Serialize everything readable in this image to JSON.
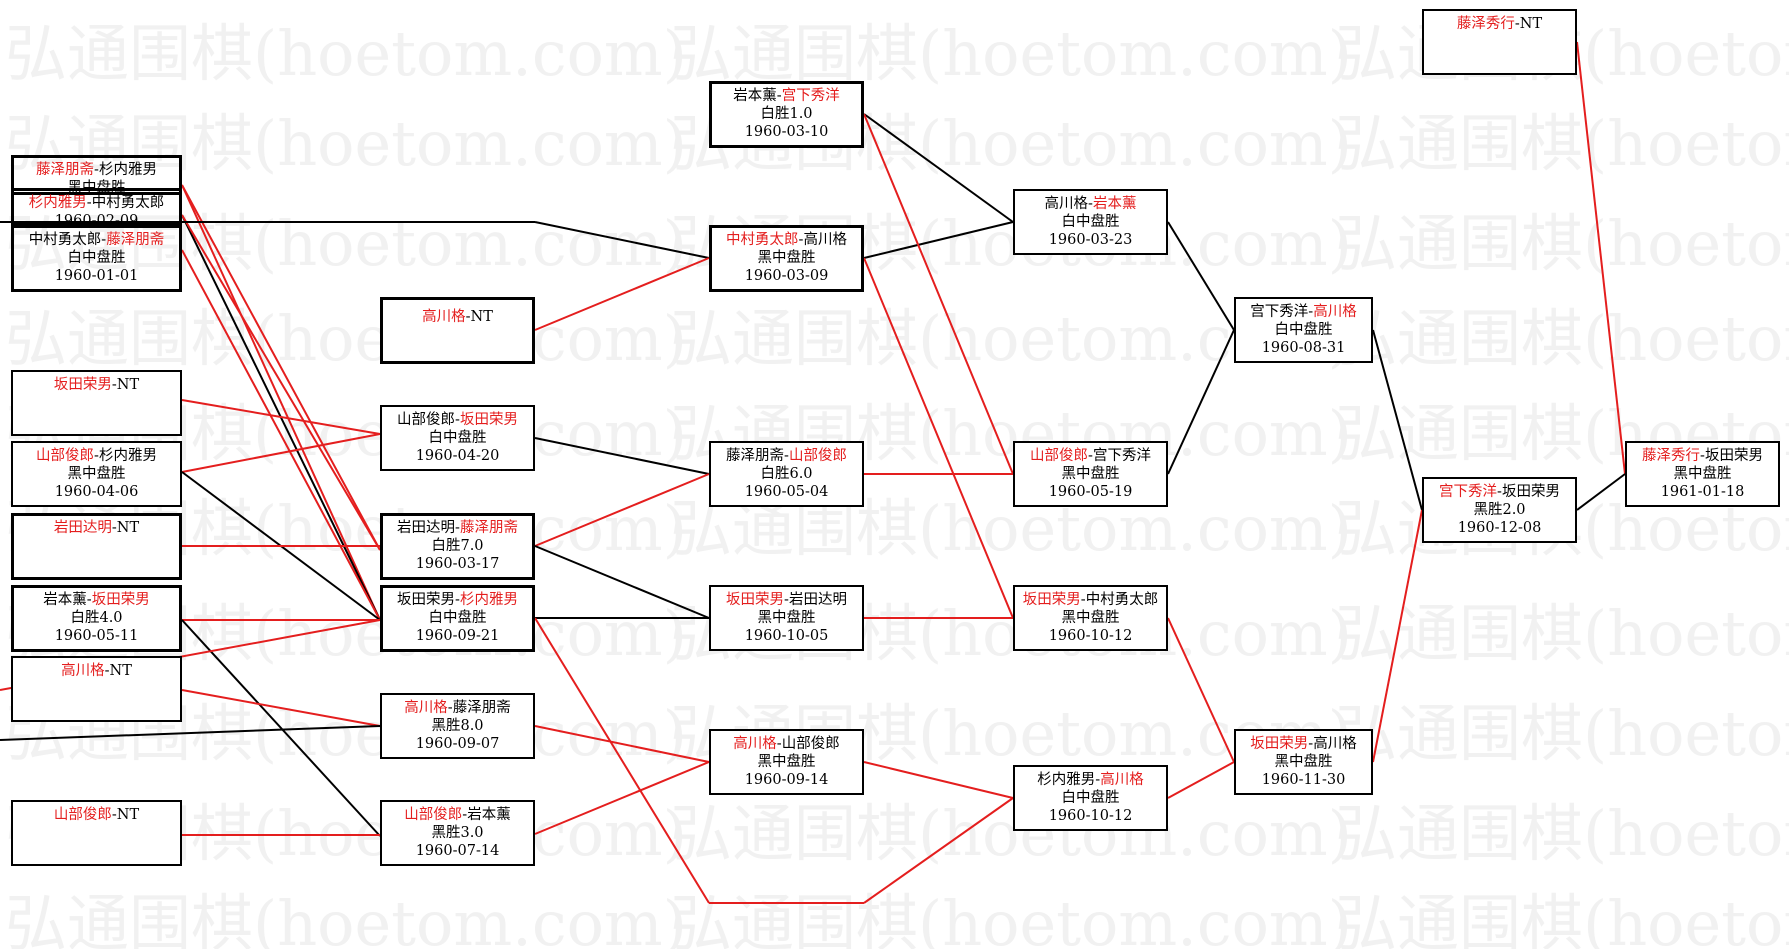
{
  "watermark": {
    "text": "弘通围棋(hoetom.com)"
  },
  "colors": {
    "winner": "#e41e1e",
    "line_red": "#e41e1e",
    "line_black": "#000000",
    "watermark": "#f1f1f1"
  },
  "nodes": {
    "n1": {
      "p1": "藤泽朋斋",
      "sep": "-",
      "p2": "杉内雅男",
      "winner": 1,
      "result": "黑中盘胜",
      "date": ""
    },
    "n2": {
      "p1": "杉内雅男",
      "sep": "-",
      "p2": "中村勇太郎",
      "winner": 1,
      "result": "",
      "date": "1960-02-09"
    },
    "n3": {
      "p1": "中村勇太郎",
      "sep": "-",
      "p2": "藤泽朋斋",
      "winner": 2,
      "result": "白中盘胜",
      "date": "1960-01-01"
    },
    "n4": {
      "p1": "高川格",
      "sep": "-",
      "p2": "NT",
      "winner": 1,
      "result": "",
      "date": ""
    },
    "n5": {
      "p1": "坂田荣男",
      "sep": "-",
      "p2": "NT",
      "winner": 1,
      "result": "",
      "date": ""
    },
    "n6": {
      "p1": "山部俊郎",
      "sep": "-",
      "p2": "杉内雅男",
      "winner": 1,
      "result": "黑中盘胜",
      "date": "1960-04-06"
    },
    "n7": {
      "p1": "岩田达明",
      "sep": "-",
      "p2": "NT",
      "winner": 1,
      "result": "",
      "date": ""
    },
    "n8": {
      "p1": "岩本薰",
      "sep": "-",
      "p2": "坂田荣男",
      "winner": 2,
      "result": "白胜4.0",
      "date": "1960-05-11"
    },
    "n9": {
      "p1": "高川格",
      "sep": "-",
      "p2": "NT",
      "winner": 1,
      "result": "",
      "date": ""
    },
    "n10": {
      "p1": "山部俊郎",
      "sep": "-",
      "p2": "NT",
      "winner": 1,
      "result": "",
      "date": ""
    },
    "n11": {
      "p1": "山部俊郎",
      "sep": "-",
      "p2": "坂田荣男",
      "winner": 2,
      "result": "白中盘胜",
      "date": "1960-04-20"
    },
    "n12": {
      "p1": "岩田达明",
      "sep": "-",
      "p2": "藤泽朋斋",
      "winner": 2,
      "result": "白胜7.0",
      "date": "1960-03-17"
    },
    "n13": {
      "p1": "坂田荣男",
      "sep": "-",
      "p2": "杉内雅男",
      "winner": 2,
      "result": "白中盘胜",
      "date": "1960-09-21"
    },
    "n14": {
      "p1": "高川格",
      "sep": "-",
      "p2": "藤泽朋斋",
      "winner": 1,
      "result": "黑胜8.0",
      "date": "1960-09-07"
    },
    "n15": {
      "p1": "山部俊郎",
      "sep": "-",
      "p2": "岩本薰",
      "winner": 1,
      "result": "黑胜3.0",
      "date": "1960-07-14"
    },
    "n16": {
      "p1": "岩本薰",
      "sep": "-",
      "p2": "宫下秀洋",
      "winner": 2,
      "result": "白胜1.0",
      "date": "1960-03-10"
    },
    "n17": {
      "p1": "中村勇太郎",
      "sep": "-",
      "p2": "高川格",
      "winner": 1,
      "result": "黑中盘胜",
      "date": "1960-03-09"
    },
    "n18": {
      "p1": "藤泽朋斋",
      "sep": "-",
      "p2": "山部俊郎",
      "winner": 2,
      "result": "白胜6.0",
      "date": "1960-05-04"
    },
    "n19": {
      "p1": "坂田荣男",
      "sep": "-",
      "p2": "岩田达明",
      "winner": 1,
      "result": "黑中盘胜",
      "date": "1960-10-05"
    },
    "n20": {
      "p1": "高川格",
      "sep": "-",
      "p2": "山部俊郎",
      "winner": 1,
      "result": "黑中盘胜",
      "date": "1960-09-14"
    },
    "n21": {
      "p1": "高川格",
      "sep": "-",
      "p2": "岩本薰",
      "winner": 2,
      "result": "白中盘胜",
      "date": "1960-03-23"
    },
    "n22": {
      "p1": "山部俊郎",
      "sep": "-",
      "p2": "宫下秀洋",
      "winner": 1,
      "result": "黑中盘胜",
      "date": "1960-05-19"
    },
    "n23": {
      "p1": "坂田荣男",
      "sep": "-",
      "p2": "中村勇太郎",
      "winner": 1,
      "result": "黑中盘胜",
      "date": "1960-10-12"
    },
    "n24": {
      "p1": "杉内雅男",
      "sep": "-",
      "p2": "高川格",
      "winner": 2,
      "result": "白中盘胜",
      "date": "1960-10-12"
    },
    "n25": {
      "p1": "宫下秀洋",
      "sep": "-",
      "p2": "高川格",
      "winner": 2,
      "result": "白中盘胜",
      "date": "1960-08-31"
    },
    "n26": {
      "p1": "坂田荣男",
      "sep": "-",
      "p2": "高川格",
      "winner": 1,
      "result": "黑中盘胜",
      "date": "1960-11-30"
    },
    "n27": {
      "p1": "宫下秀洋",
      "sep": "-",
      "p2": "坂田荣男",
      "winner": 1,
      "result": "黑胜2.0",
      "date": "1960-12-08"
    },
    "n28": {
      "p1": "藤泽秀行",
      "sep": "-",
      "p2": "NT",
      "winner": 1,
      "result": "",
      "date": ""
    },
    "n29": {
      "p1": "藤泽秀行",
      "sep": "-",
      "p2": "坂田荣男",
      "winner": 1,
      "result": "黑中盘胜",
      "date": "1961-01-18"
    }
  }
}
